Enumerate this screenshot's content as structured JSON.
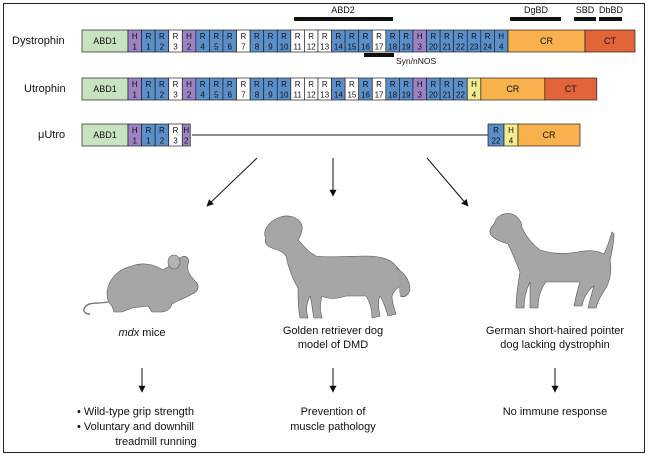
{
  "labels": {
    "dystrophin": "Dystrophin",
    "utrophin": "Utrophin",
    "mu_utro": "μUtro"
  },
  "bars": {
    "abd2": "ABD2",
    "dgbd": "DgBD",
    "sbd": "SBD",
    "dbbd": "DbBD",
    "syn_nnos": "Syn/nNOS"
  },
  "domains": {
    "abd1": "ABD1",
    "cr": "CR",
    "ct": "CT"
  },
  "colors": {
    "abd1": "#c8e3bf",
    "hinge": "#9b82c4",
    "repeat_blue": "#5b8fc9",
    "repeat_white": "#ffffff",
    "h4": "#f4ea8e",
    "cr": "#f7b24d",
    "ct": "#e2653a",
    "animal": "#a6a6a6"
  },
  "models": {
    "mouse": {
      "title_italic": "mdx",
      "title_rest": " mice",
      "outcomes": [
        "• Wild-type grip strength",
        "• Voluntary and downhill",
        "treadmill running"
      ]
    },
    "golden": {
      "title_lines": [
        "Golden retriever dog",
        "model of DMD"
      ],
      "outcomes": [
        "Prevention of",
        "muscle pathology"
      ]
    },
    "pointer": {
      "title_lines": [
        "German short-haired pointer",
        "dog lacking dystrophin"
      ],
      "outcomes": [
        "No immune response"
      ]
    }
  }
}
